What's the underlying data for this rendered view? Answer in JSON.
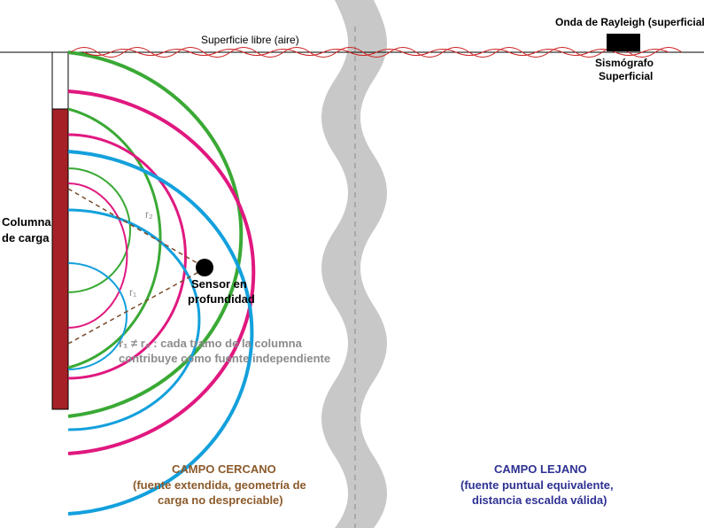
{
  "surface": {
    "label": "Superficie libre (aire)",
    "rayleigh_label": "Onda de Rayleigh (superficial)",
    "seismograph_label_1": "Sismógrafo",
    "seismograph_label_2": "Superficial"
  },
  "column": {
    "label_1": "Columna",
    "label_2": "de carga"
  },
  "sensor": {
    "label_1": "Sensor en",
    "label_2": "profundidad",
    "r1": "r₁",
    "r2": "r₂"
  },
  "note": {
    "line_1": "r₁ ≠ r₂ : cada tramo de la columna",
    "line_2": "contribuye como fuente independiente"
  },
  "near_field": {
    "title": "CAMPO CERCANO",
    "line_1": "(fuente extendida, geometría de",
    "line_2": "carga no despreciable)"
  },
  "far_field": {
    "title": "CAMPO LEJANO",
    "line_1": "(fuente puntual equivalente,",
    "line_2": "distancia escalda válida)"
  },
  "colors": {
    "green": "#3aa935",
    "magenta": "#e0187f",
    "blue": "#13a0dc",
    "column": "#a52127",
    "band": "#c8c8c8",
    "near_text": "#8b5a2b",
    "far_text": "#2e3192",
    "note_text": "#8c8c8c"
  }
}
